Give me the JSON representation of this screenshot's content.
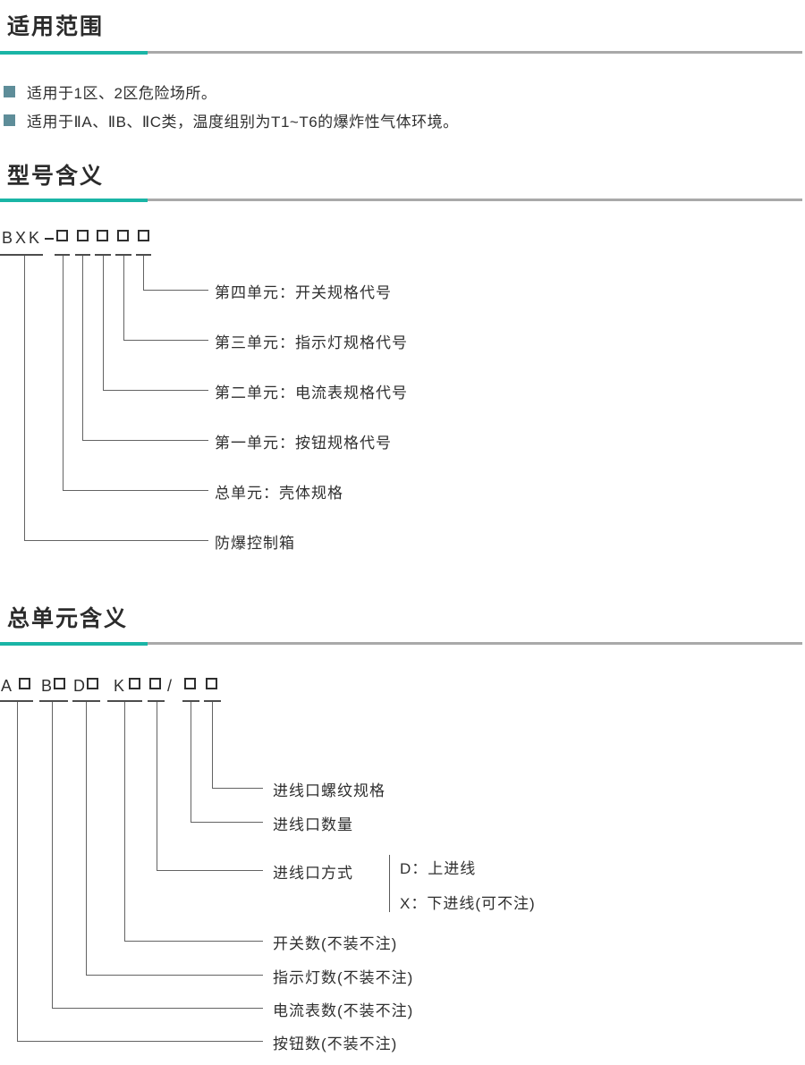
{
  "page": {
    "accent_teal": "#1ab5a6",
    "rule_gray": "#a9a9a9",
    "bullet_color": "#5e8d99",
    "text_color": "#2f2f2f"
  },
  "scope": {
    "title": "适用范围",
    "bullets": [
      {
        "text": "适用于1区、2区危险场所。"
      },
      {
        "text": "适用于ⅡA、ⅡB、ⅡC类，温度组别为T1~T6的爆炸性气体环境。"
      }
    ]
  },
  "model": {
    "title": "型号含义",
    "code_prefix": "BXK",
    "labels": [
      {
        "text": "第四单元：开关规格代号"
      },
      {
        "text": "第三单元：指示灯规格代号"
      },
      {
        "text": "第二单元：电流表规格代号"
      },
      {
        "text": "第一单元：按钮规格代号"
      },
      {
        "text": "总单元：壳体规格"
      },
      {
        "text": "防爆控制箱"
      }
    ]
  },
  "unit": {
    "title": "总单元含义",
    "code_chars": [
      {
        "ch": "A"
      },
      {
        "ch": "B"
      },
      {
        "ch": "D"
      },
      {
        "ch": "K"
      },
      {
        "ch": "/"
      }
    ],
    "labels": [
      {
        "text": "进线口螺纹规格"
      },
      {
        "text": "进线口数量"
      },
      {
        "text": "进线口方式"
      },
      {
        "text": "开关数(不装不注)"
      },
      {
        "text": "指示灯数(不装不注)"
      },
      {
        "text": "电流表数(不装不注)"
      },
      {
        "text": "按钮数(不装不注)"
      }
    ],
    "inlet_options": [
      {
        "text": "D：上进线"
      },
      {
        "text": "X：下进线(可不注)"
      }
    ]
  }
}
